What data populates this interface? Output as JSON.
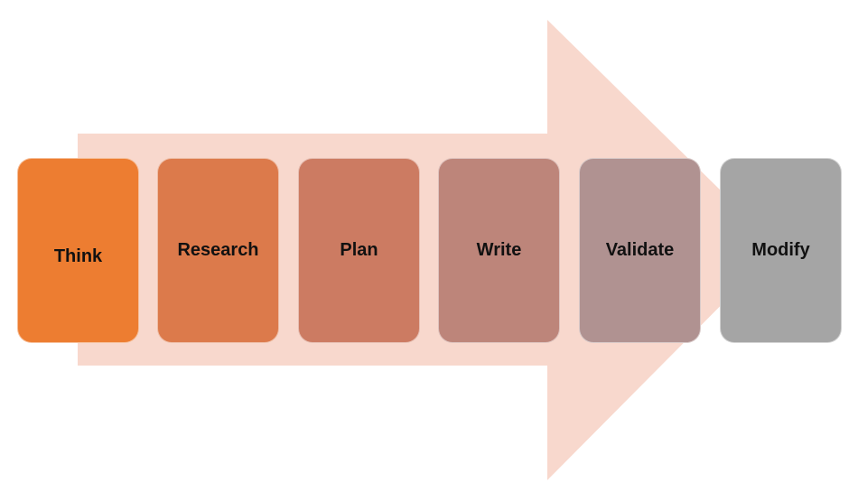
{
  "diagram": {
    "colors": {
      "arrow": "#f8d8cd",
      "background": "#ffffff",
      "label": "#111111"
    },
    "steps": [
      {
        "label": "Think",
        "color": "#ed7d31"
      },
      {
        "label": "Research",
        "color": "#dc7a4b"
      },
      {
        "label": "Plan",
        "color": "#cc7b62"
      },
      {
        "label": "Write",
        "color": "#bd857a"
      },
      {
        "label": "Validate",
        "color": "#b09291"
      },
      {
        "label": "Modify",
        "color": "#a5a5a5"
      }
    ]
  }
}
